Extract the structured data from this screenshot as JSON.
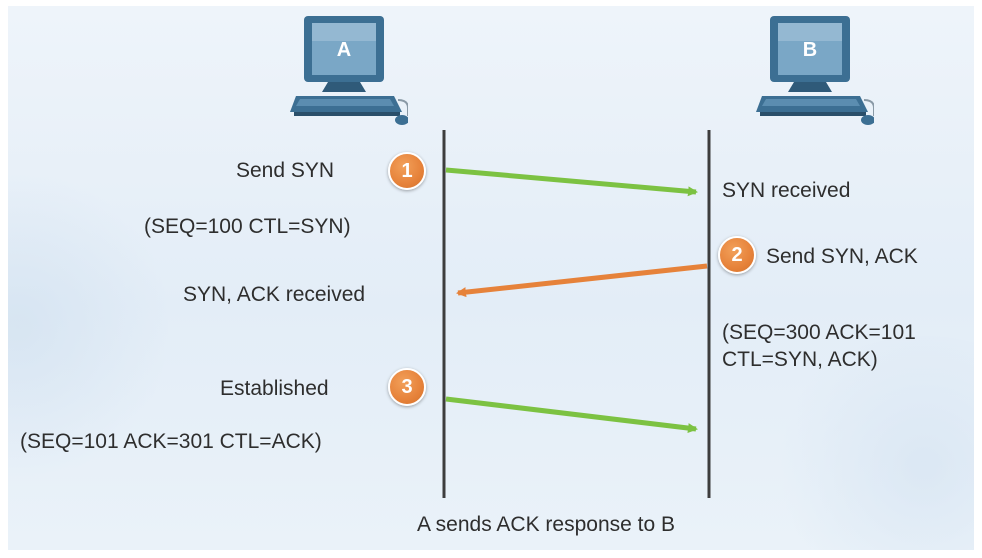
{
  "hosts": {
    "a": {
      "label": "A",
      "icon": "computer-icon"
    },
    "b": {
      "label": "B",
      "icon": "computer-icon"
    }
  },
  "steps": [
    {
      "number": "1",
      "color": "#e6823a"
    },
    {
      "number": "2",
      "color": "#e6823a"
    },
    {
      "number": "3",
      "color": "#e6823a"
    }
  ],
  "labels": {
    "send_syn": "Send SYN",
    "seq_syn": "(SEQ=100 CTL=SYN)",
    "syn_received": "SYN received",
    "send_syn_ack": "Send SYN, ACK",
    "syn_ack_received": "SYN, ACK received",
    "seq_syn_ack": "(SEQ=300 ACK=101\nCTL=SYN, ACK)",
    "established": "Established",
    "seq_ack": "(SEQ=101 ACK=301 CTL=ACK)",
    "caption": "A sends ACK response to B"
  },
  "colors": {
    "green_arrow": "#7cc242",
    "orange_arrow": "#e6823a",
    "timeline": "#3d3d3d",
    "computer_body": "#3c6f93",
    "computer_screen": "#7aa7c6"
  }
}
